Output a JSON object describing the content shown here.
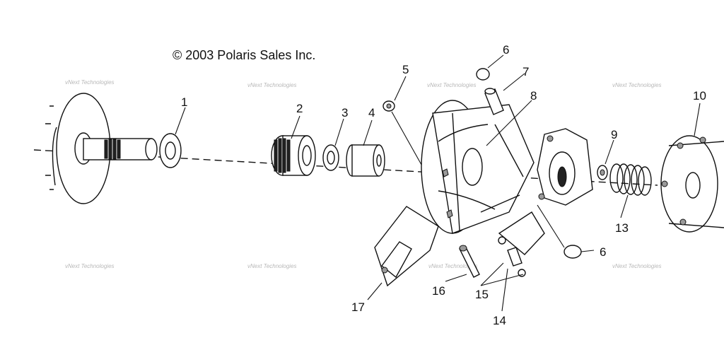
{
  "copyright": "© 2003 Polaris Sales Inc.",
  "watermark": "vNext Technologies",
  "callouts": [
    "1",
    "2",
    "3",
    "4",
    "5",
    "6",
    "7",
    "8",
    "6",
    "9",
    "10",
    "13",
    "14",
    "15",
    "16",
    "17"
  ]
}
